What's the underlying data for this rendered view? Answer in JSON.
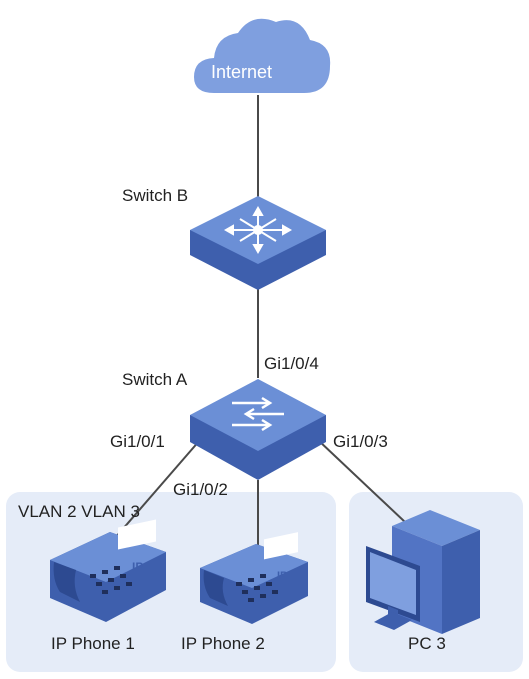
{
  "cloud": {
    "label": "Internet"
  },
  "devices": {
    "switch_b": {
      "label": "Switch B"
    },
    "switch_a": {
      "label": "Switch A"
    },
    "ip_phone_1": {
      "label": "IP Phone 1",
      "screen_text": "IP"
    },
    "ip_phone_2": {
      "label": "IP Phone 2",
      "screen_text": "IP"
    },
    "pc_3": {
      "label": "PC 3"
    }
  },
  "ports": {
    "uplink": "Gi1/0/4",
    "phone1": "Gi1/0/1",
    "phone2": "Gi1/0/2",
    "pc": "Gi1/0/3"
  },
  "vlan_group": {
    "label": "VLAN 2 VLAN 3"
  },
  "colors": {
    "device_top": "#6b8fd6",
    "device_side": "#3e5fad",
    "cloud": "#7f9fdf",
    "group_bg": "#e5ecf8",
    "link": "#4a4a4a",
    "text": "#222222"
  }
}
